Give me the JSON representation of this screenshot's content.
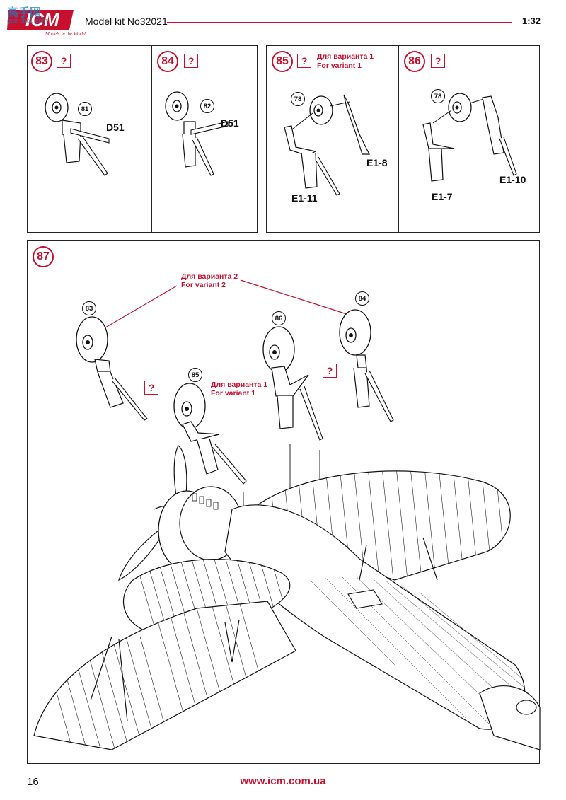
{
  "header": {
    "logo_text": "ICM",
    "watermark_cn": "高手网",
    "watermark_url": "gao-shou.com",
    "logo_slogan": "Models in the World",
    "title": "Model kit No32021",
    "scale": "1:32",
    "accent_color": "#c8102e"
  },
  "steps": [
    {
      "number": "83",
      "question": "?",
      "callout": "81",
      "part": "D51"
    },
    {
      "number": "84",
      "question": "?",
      "callout": "82",
      "part": "D51"
    },
    {
      "number": "85",
      "question": "?",
      "variant_ru": "Для варианта 1",
      "variant_en": "For variant 1",
      "callout": "78",
      "parts": [
        "E1-8",
        "E1-11"
      ]
    },
    {
      "number": "86",
      "question": "?",
      "callout": "78",
      "parts": [
        "E1-10",
        "E1-7"
      ]
    }
  ],
  "step87": {
    "number": "87",
    "variant2_ru": "Для варианта 2",
    "variant2_en": "For variant 2",
    "variant1_ru": "Для варианта 1",
    "variant1_en": "For variant 1",
    "callouts": [
      "83",
      "84",
      "85",
      "86"
    ],
    "question": "?"
  },
  "footer": {
    "page_number": "16",
    "website": "www.icm.com.ua"
  }
}
